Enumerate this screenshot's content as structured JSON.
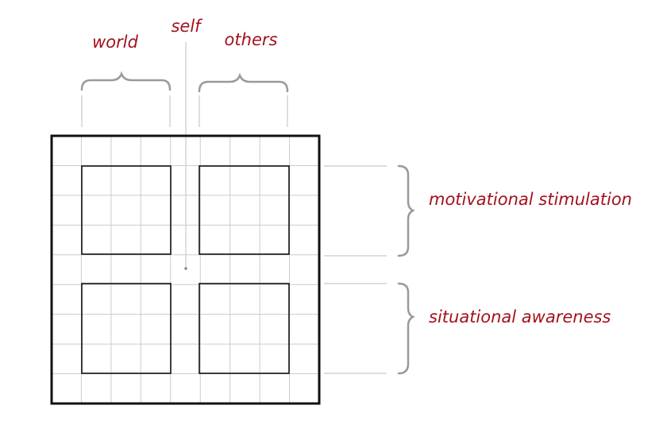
{
  "labels": {
    "world": "world",
    "self": "self",
    "others": "others",
    "motivational": "motivational stimulation",
    "situational": "situational awareness"
  },
  "colors": {
    "label": "#a3111c",
    "grid": "#cccccc",
    "frame": "#111111",
    "bracket": "#9a9a9a",
    "guide": "#bdbdbd"
  }
}
